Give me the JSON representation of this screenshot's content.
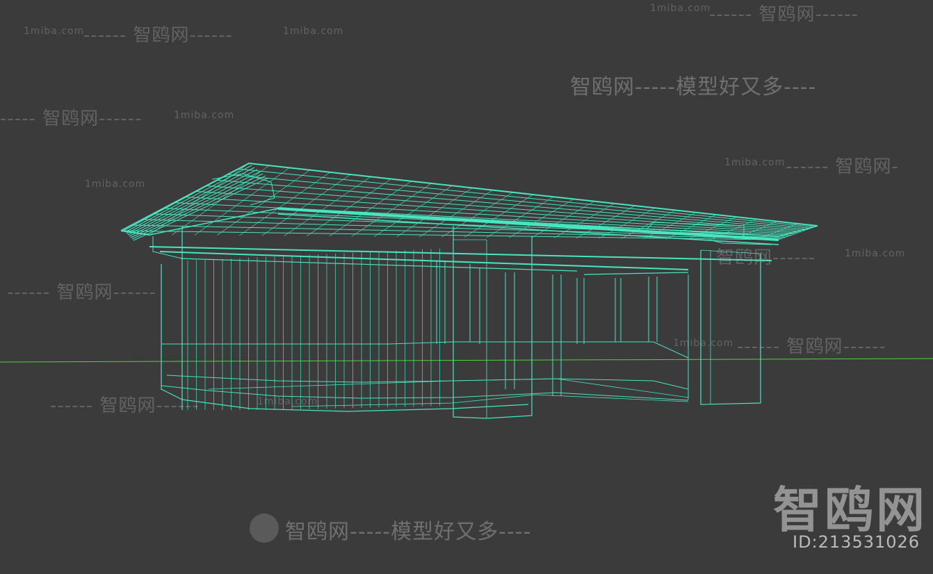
{
  "viewport": {
    "background": "#3b3b3b",
    "wire_color": "#46e6c0",
    "ground_line_color": "#4fd43a"
  },
  "watermarks": {
    "top_right_small": "1miba.com",
    "top_right_dash": "------ 智鸥网------",
    "top_left_small": "1miba.com",
    "top_left_dash": "------ 智鸥网------",
    "top_left_small_2": "1miba.com",
    "center_top": "智鸥网-----模型好又多----",
    "left_row2": "----- 智鸥网------",
    "left_row2_small": "1miba.com",
    "right_row3_small": "1miba.com",
    "right_row3": "------ 智鸥网-",
    "left_row3_small": "1miba.com",
    "left_mid": "------ 智鸥网------",
    "right_mid_small": "1miba.com",
    "right_mid": "智鸥网------",
    "right_lower_small": "1miba.com",
    "right_lower": "------ 智鸥网------",
    "left_lower": "------ 智鸥网------",
    "left_lower_small": "1miba.com",
    "bottom_center": "智鸥网-----模型好又多----",
    "brand": "智鸥网",
    "id_label": "ID:213531026"
  }
}
